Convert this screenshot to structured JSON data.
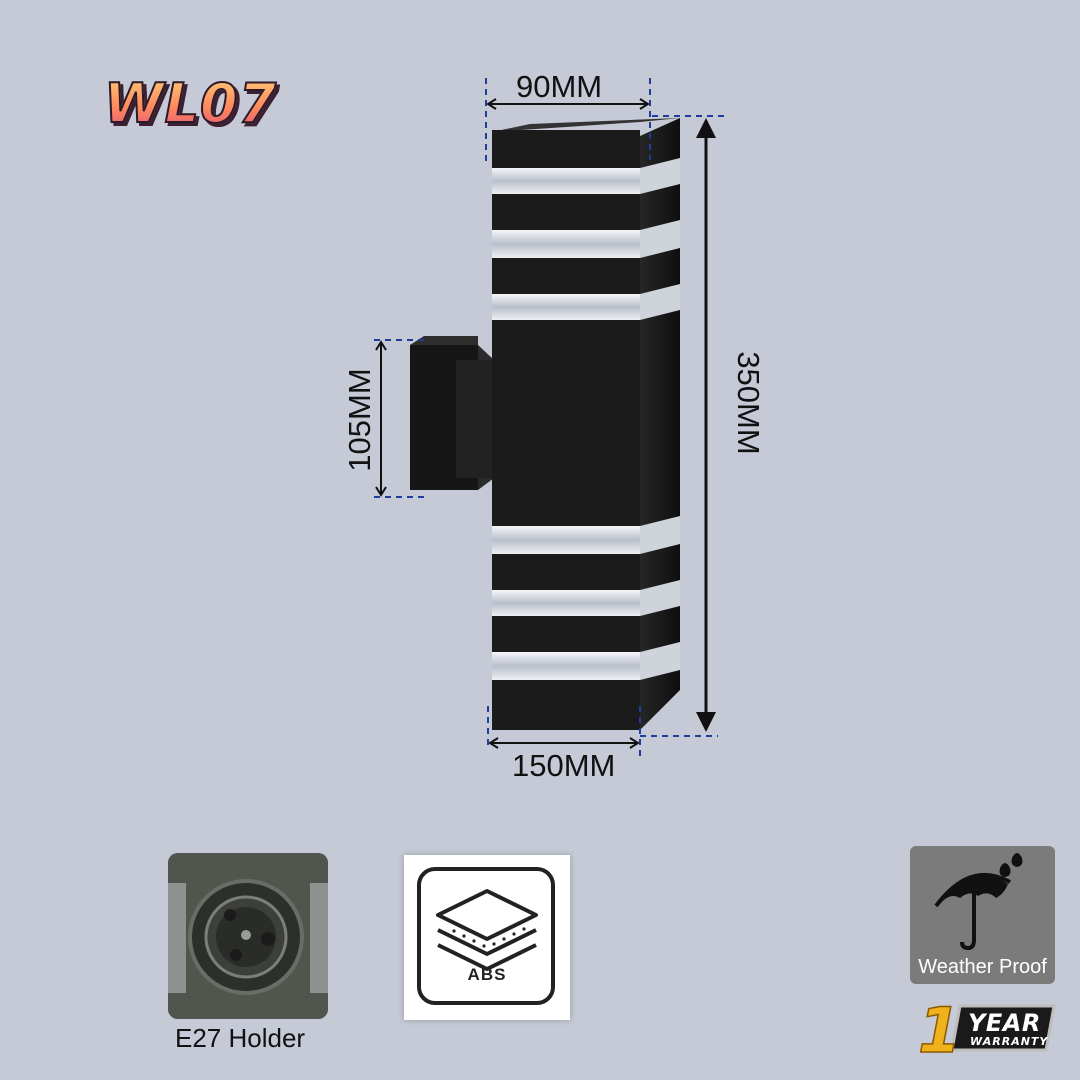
{
  "model_code": "WL07",
  "dimensions": {
    "top_width": "90MM",
    "bottom_width": "150MM",
    "height": "350MM",
    "bracket_height": "105MM"
  },
  "features": {
    "holder_label": "E27 Holder",
    "material_label": "ABS",
    "weather_label": "Weather Proof",
    "warranty_number": "1",
    "warranty_year": "YEAR",
    "warranty_sub": "WARRANTY"
  },
  "colors": {
    "background": "#c5cad6",
    "lamp_body": "#1b1b1b",
    "dimension_guide": "#1d3f9a"
  },
  "icons": [
    "umbrella-rain-icon",
    "material-layers-icon",
    "e27-socket-photo"
  ]
}
